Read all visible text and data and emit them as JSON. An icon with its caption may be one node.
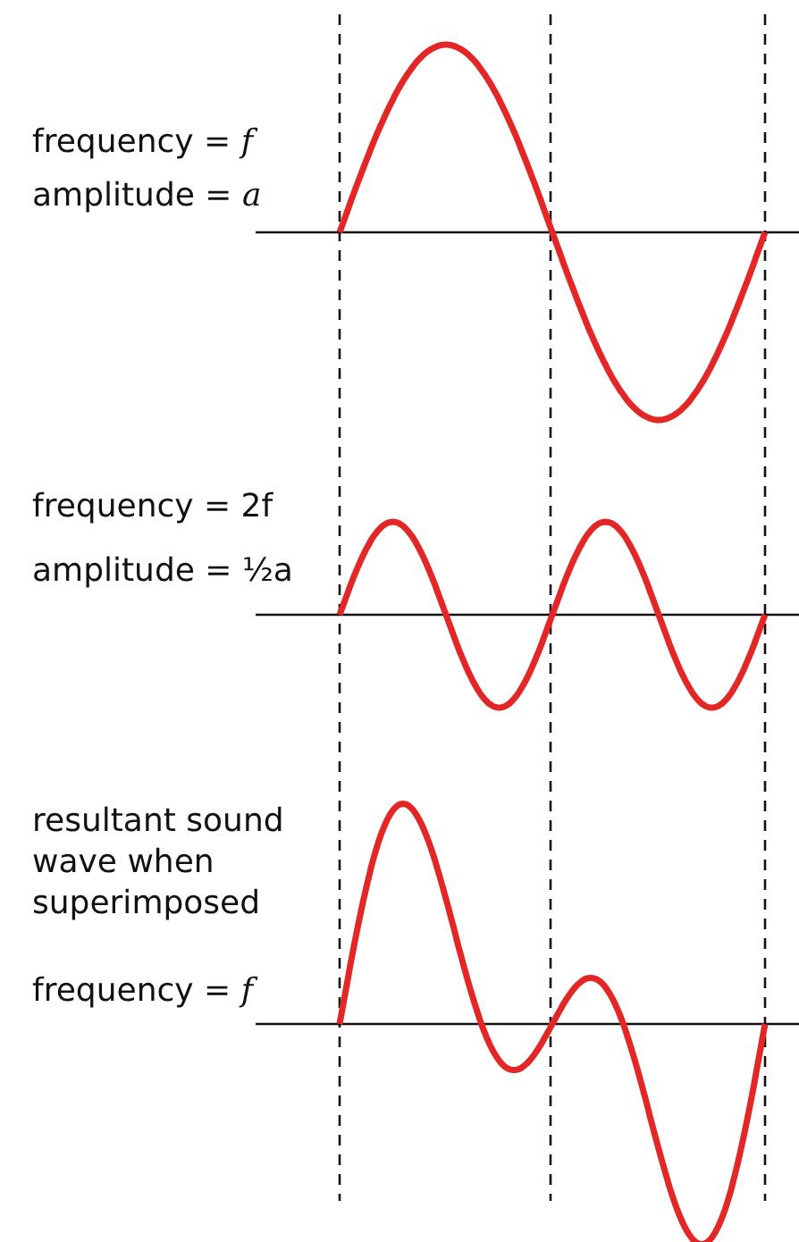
{
  "diagram": {
    "labels": [
      "frequency = *f*",
      "amplitude = *a*",
      "frequency = 2f",
      "amplitude = ½a",
      "resultant sound wave when superimposed",
      "frequency = *f*"
    ]
  }
}
